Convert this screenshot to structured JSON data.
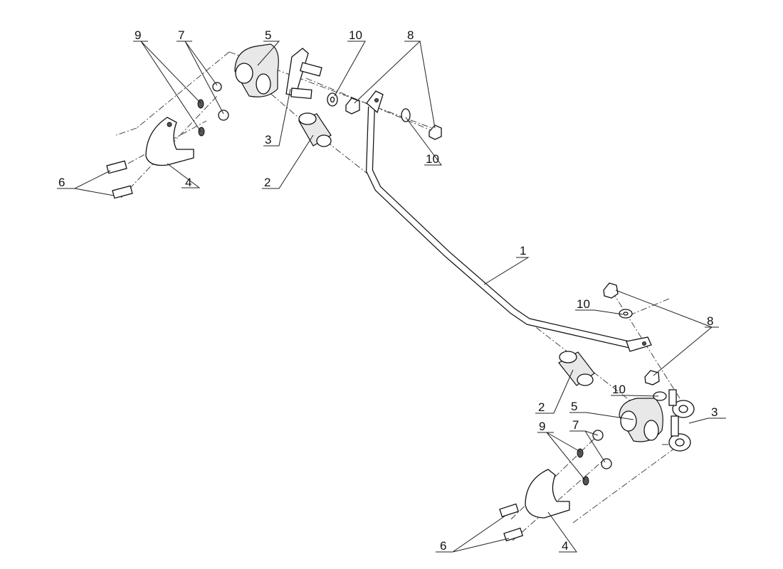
{
  "diagram": {
    "title": "Stabilizer bar assembly exploded view",
    "callouts": {
      "c1": "1",
      "c2a": "2",
      "c2b": "2",
      "c3a": "3",
      "c3b": "3",
      "c4a": "4",
      "c4b": "4",
      "c5a": "5",
      "c5b": "5",
      "c6a": "6",
      "c6b": "6",
      "c7a": "7",
      "c7b": "7",
      "c8a": "8",
      "c8b": "8",
      "c9a": "9",
      "c9b": "9",
      "c10a": "10",
      "c10b": "10",
      "c10c": "10",
      "c10d": "10"
    }
  }
}
